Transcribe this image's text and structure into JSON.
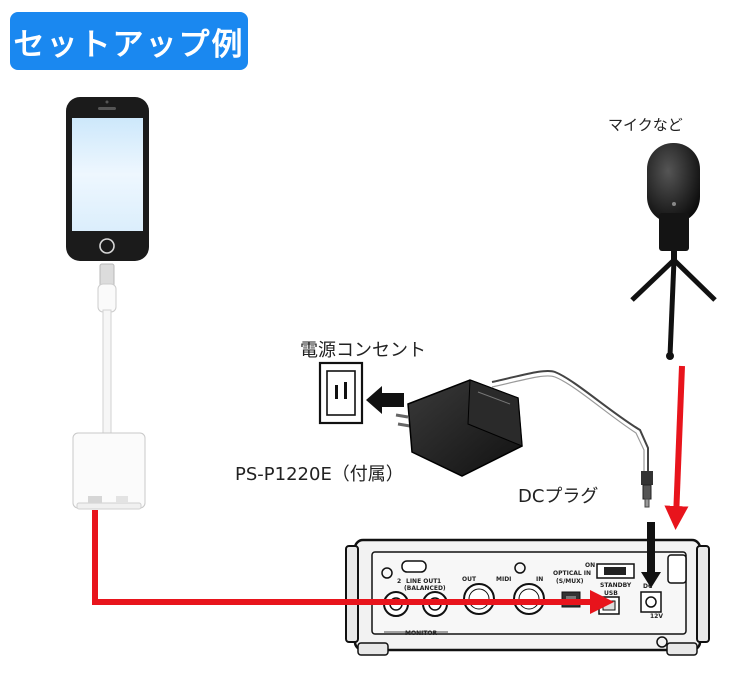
{
  "title": "セットアップ例",
  "labels": {
    "mic": "マイクなど",
    "outlet": "電源コンセント",
    "adapter": "PS-P1220E（付属）",
    "dc_plug": "DCプラグ"
  },
  "panel": {
    "line_out": "LINE OUT",
    "balanced": "(BALANCED)",
    "ch2": "2",
    "ch1": "1",
    "monitor": "MONITOR",
    "out": "OUT",
    "midi": "MIDI",
    "in": "IN",
    "optical": "OPTICAL IN",
    "smux": "(S/MUX)",
    "on": "ON",
    "standby": "STANDBY",
    "usb": "USB",
    "dc": "DC",
    "dc_v": "12V"
  },
  "colors": {
    "title_bg": "#1a88f0",
    "arrow_red": "#e8141c",
    "arrow_black": "#111111",
    "device_body": "#f2f2f2"
  }
}
